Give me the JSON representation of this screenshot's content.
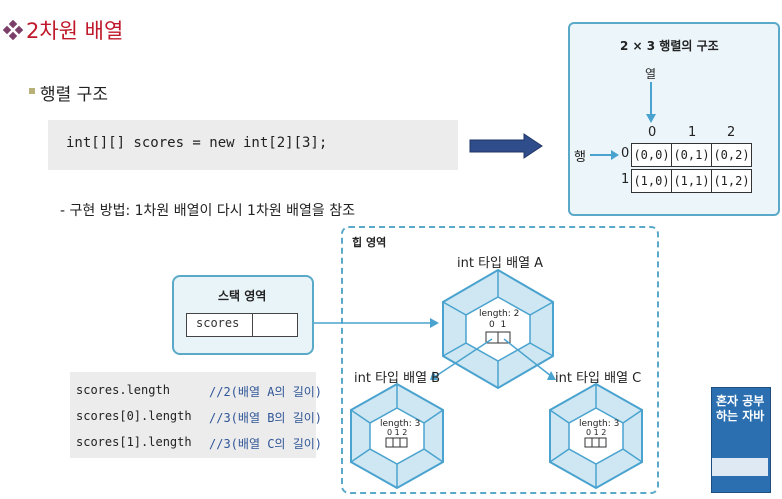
{
  "slide": {
    "title": "2차원 배열",
    "subtitle": "행렬 구조",
    "code": "int[][] scores = new int[2][3];",
    "description": "- 구현 방법: 1차원 배열이 다시 1차원 배열을 참조"
  },
  "matrix_panel": {
    "title": "2 × 3 행렬의 구조",
    "col_label": "열",
    "row_label": "행",
    "col_indices": [
      "0",
      "1",
      "2"
    ],
    "row_indices": [
      "0",
      "1"
    ],
    "cells": [
      [
        "(0,0)",
        "(0,1)",
        "(0,2)"
      ],
      [
        "(1,0)",
        "(1,1)",
        "(1,2)"
      ]
    ]
  },
  "heap": {
    "title": "힙 영역",
    "array_a": {
      "label": "int 타입 배열 A",
      "length_text": "length: 2",
      "indices": "0  1"
    },
    "array_b": {
      "label": "int 타입 배열 B",
      "length_text": "length: 3",
      "indices": "0 1 2"
    },
    "array_c": {
      "label": "int 타입 배열 C",
      "length_text": "length: 3",
      "indices": "0 1 2"
    }
  },
  "stack": {
    "title": "스택 영역",
    "variable": "scores"
  },
  "length_info": [
    {
      "code": "scores.length",
      "comment": "//2(배열 A의 길이)"
    },
    {
      "code": "scores[0].length",
      "comment": "//3(배열 B의 길이)"
    },
    {
      "code": "scores[1].length",
      "comment": "//3(배열 C의 길이)"
    }
  ],
  "book": {
    "title": "혼자 공부하는 자바"
  },
  "colors": {
    "title_red": "#c0192b",
    "accent_blue": "#5aa9c9",
    "hex_fill": "#cfe7f2",
    "arrow_navy": "#2f4d8a"
  }
}
